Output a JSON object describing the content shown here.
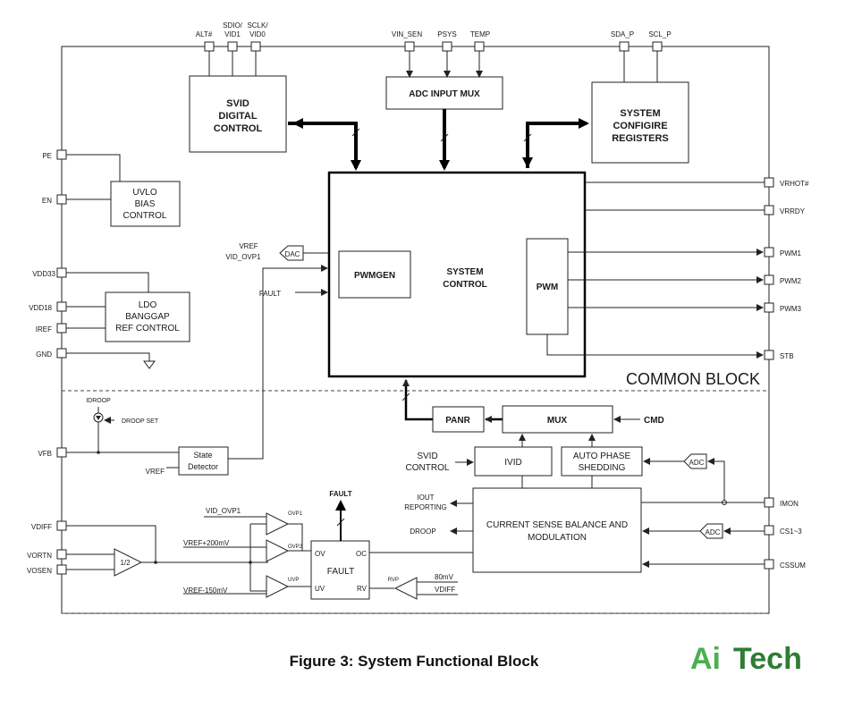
{
  "blocks": {
    "svid": [
      "SVID",
      "DIGITAL",
      "CONTROL"
    ],
    "adc_mux": "ADC INPUT MUX",
    "sys_config": [
      "SYSTEM",
      "CONFIGIRE",
      "REGISTERS"
    ],
    "uvlo": [
      "UVLO",
      "BIAS",
      "CONTROL"
    ],
    "ldo": [
      "LDO",
      "BANGGAP",
      "REF CONTROL"
    ],
    "pwmgen": "PWMGEN",
    "system_control": [
      "SYSTEM",
      "CONTROL"
    ],
    "pwm": "PWM",
    "dac": "DAC",
    "common_block": "COMMON BLOCK",
    "panr": "PANR",
    "mux": "MUX",
    "cmd": "CMD",
    "ivid": "IVID",
    "auto_phase": [
      "AUTO PHASE",
      "SHEDDING"
    ],
    "current_sense": [
      "CURRENT SENSE BALANCE AND",
      "MODULATION"
    ],
    "state_detector": [
      "State",
      "Detector"
    ],
    "fault": "FAULT",
    "fault_ov": "OV",
    "fault_oc": "OC",
    "fault_uv": "UV",
    "fault_rv": "RV",
    "adc1": "ADC",
    "adc2": "ADC",
    "half": "1/2"
  },
  "pins_top": {
    "alt": "ALT#",
    "sdio": [
      "SDIO/",
      "VID1"
    ],
    "sclk": [
      "SCLK/",
      "VID0"
    ],
    "vin_sen": "VIN_SEN",
    "psys": "PSYS",
    "temp": "TEMP",
    "sda": "SDA_P",
    "scl": "SCL_P"
  },
  "pins_left": {
    "pe": "PE",
    "en": "EN",
    "vdd33": "VDD33",
    "vdd18": "VDD18",
    "iref": "IREF",
    "gnd": "GND",
    "vfb": "VFB",
    "vdiff": "VDIFF",
    "vortn": "VORTN",
    "vosen": "VOSEN"
  },
  "pins_right": {
    "vrhot": "VRHOT#",
    "vrrdy": "VRRDY",
    "pwm1": "PWM1",
    "pwm2": "PWM2",
    "pwm3": "PWM3",
    "stb": "STB",
    "imon": "IMON",
    "cs": "CS1~3",
    "cssum": "CSSUM"
  },
  "signals": {
    "vref_ovp": [
      "VREF",
      "VID_OVP1"
    ],
    "fault_in": "FAULT",
    "idroop": "IDROOP",
    "droop_set": "DROOP SET",
    "vref": "VREF",
    "vid_ovp1": "VID_OVP1",
    "vref_200": "VREF+200mV",
    "vref_150": "VREF-150mV",
    "ovp1": "OVP1",
    "ovp2": "OVP2",
    "uvp": "UVP",
    "rvp": "RVP",
    "mv80": "80mV",
    "vdiff": "VDIFF",
    "fault_out": "FAULT",
    "svid_control": [
      "SVID",
      "CONTROL"
    ],
    "iout": [
      "IOUT",
      "REPORTING"
    ],
    "droop": "DROOP"
  },
  "caption": "Figure 3: System Functional Block",
  "logo": {
    "ai": "Ai",
    "tech": "Tech",
    "ai_color": "#4caf50",
    "tech_color": "#2e7d32"
  }
}
